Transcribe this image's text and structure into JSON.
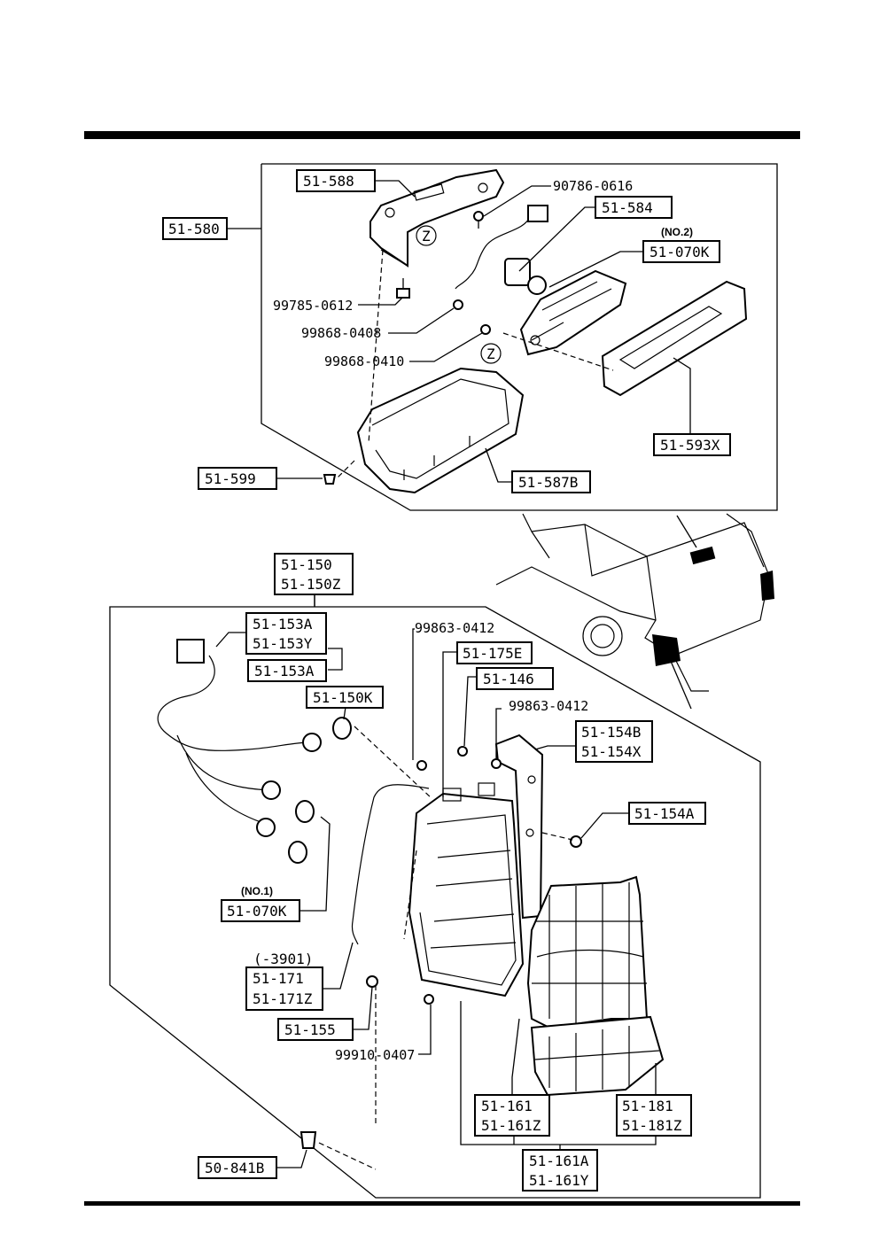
{
  "top_section": {
    "labels": {
      "bracket": "51-588",
      "assembly": "51-580",
      "screw_top": "90786-0616",
      "socket": "51-584",
      "bulb_note": "(NO.2)",
      "bulb": "51-070K",
      "bolt": "99785-0612",
      "screw_a": "99868-0408",
      "screw_b": "99868-0410",
      "lens": "51-593X",
      "clip": "51-599",
      "cover": "51-587B",
      "z_marker": "Z"
    }
  },
  "bottom_section": {
    "labels": {
      "lamp_assy_1": "51-150",
      "lamp_assy_2": "51-150Z",
      "harness_1": "51-153A",
      "harness_2": "51-153Y",
      "harness_3": "51-153A",
      "bulb_k": "51-150K",
      "screw_top": "99863-0412",
      "nut": "51-175E",
      "grommet": "51-146",
      "screw_right": "99863-0412",
      "bracket_1": "51-154B",
      "bracket_2": "51-154X",
      "screw_bracket": "51-154A",
      "bulb_note": "(NO.1)",
      "bulb": "51-070K",
      "gasket_note": "(-3901)",
      "gasket_1": "51-171",
      "gasket_2": "51-171Z",
      "screw_155": "51-155",
      "screw_bottom": "99910-0407",
      "lens_1": "51-161",
      "lens_2": "51-161Z",
      "lens_r1": "51-181",
      "lens_r2": "51-181Z",
      "lens_assy_1": "51-161A",
      "lens_assy_2": "51-161Y",
      "clip": "50-841B"
    }
  }
}
